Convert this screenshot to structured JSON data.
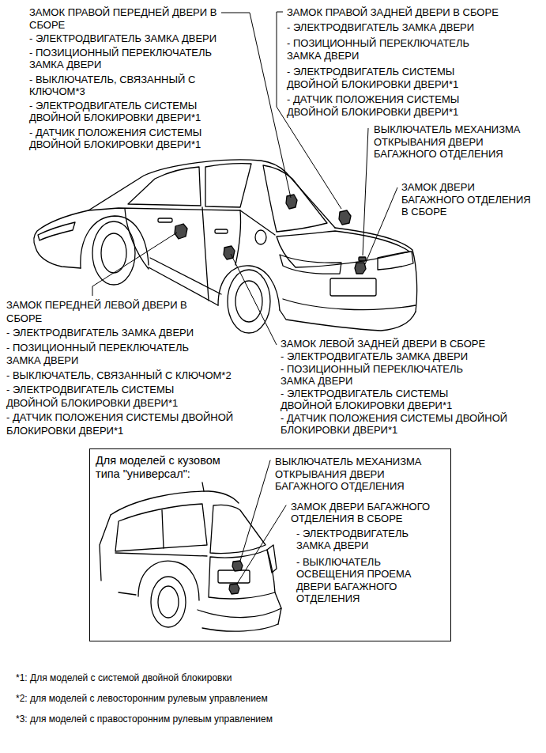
{
  "diagram": {
    "nodes": [
      {
        "text": [
          "Для моделей с кузовом типа \"универсал\":",
          "ВЫКЛЮЧАТЕЛЬ МЕХАНИЗМА ОТКРЫВАНИЯ ДВЕРИ БАГАЖНОГО ОТДЕЛЕНИЯ",
          "ЗАМОК ДВЕРИ БАГАЖНОГО ОТДЕЛЕНИЯ В СБОРЕ",
          "- ЭЛЕКТРОДВИГАТЕЛЬ ЗАМКА ДВЕРИ",
          "- ВЫКЛЮЧАТЕЛЬ ОСВЕЩЕНИЯ ПРОЕМА ДВЕРИ БАГАЖНОГО ОТДЕЛЕНИЯ"
        ]
      }
    ],
    "labels": [
      "ЗАМОК ПРАВОЙ ПЕРЕДНЕЙ ДВЕРИ В СБОРЕ",
      "- ЭЛЕКТРОДВИГАТЕЛЬ ЗАМКА ДВЕРИ",
      "- ПОЗИЦИОННЫЙ ПЕРЕКЛЮЧАТЕЛЬ ЗАМКА ДВЕРИ",
      "- ВЫКЛЮЧАТЕЛЬ, СВЯЗАННЫЙ С КЛЮЧОМ*3",
      "- ЭЛЕКТРОДВИГАТЕЛЬ СИСТЕМЫ ДВОЙНОЙ БЛОКИРОВКИ ДВЕРИ*1",
      "- ДАТЧИК ПОЛОЖЕНИЯ СИСТЕМЫ ДВОЙНОЙ БЛОКИРОВКИ ДВЕРИ*1",
      "ЗАМОК ПРАВОЙ ЗАДНЕЙ ДВЕРИ В СБОРЕ",
      "- ЭЛЕКТРОДВИГАТЕЛЬ ЗАМКА ДВЕРИ",
      "- ПОЗИЦИОННЫЙ ПЕРЕКЛЮЧАТЕЛЬ ЗАМКА ДВЕРИ",
      "- ЭЛЕКТРОДВИГАТЕЛЬ СИСТЕМЫ ДВОЙНОЙ БЛОКИРОВКИ ДВЕРИ*1",
      "- ДАТЧИК ПОЛОЖЕНИЯ СИСТЕМЫ ДВОЙНОЙ БЛОКИРОВКИ ДВЕРИ*1",
      "ВЫКЛЮЧАТЕЛЬ МЕХАНИЗМА ОТКРЫВАНИЯ ДВЕРИ БАГАЖНОГО ОТДЕЛЕНИЯ",
      "ЗАМОК ДВЕРИ БАГАЖНОГО ОТДЕЛЕНИЯ В СБОРЕ",
      "ЗАМОК ПЕРЕДНЕЙ ЛЕВОЙ ДВЕРИ В СБОРЕ",
      "- ЭЛЕКТРОДВИГАТЕЛЬ ЗАМКА ДВЕРИ",
      "- ПОЗИЦИОННЫЙ ПЕРЕКЛЮЧАТЕЛЬ ЗАМКА ДВЕРИ",
      "- ВЫКЛЮЧАТЕЛЬ, СВЯЗАННЫЙ С КЛЮЧОМ*2",
      "- ЭЛЕКТРОДВИГАТЕЛЬ СИСТЕМЫ ДВОЙНОЙ БЛОКИРОВКИ ДВЕРИ*1",
      "- ДАТЧИК ПОЛОЖЕНИЯ СИСТЕМЫ ДВОЙНОЙ БЛОКИРОВКИ ДВЕРИ*1",
      "ЗАМОК ЛЕВОЙ ЗАДНЕЙ ДВЕРИ В СБОРЕ",
      "- ЭЛЕКТРОДВИГАТЕЛЬ ЗАМКА ДВЕРИ",
      "- ПОЗИЦИОННЫЙ ПЕРЕКЛЮЧАТЕЛЬ ЗАМКА ДВЕРИ",
      "- ЭЛЕКТРОДВИГАТЕЛЬ СИСТЕМЫ ДВОЙНОЙ БЛОКИРОВКИ ДВЕРИ*1",
      "- ДАТЧИК ПОЛОЖЕНИЯ СИСТЕМЫ ДВОЙНОЙ БЛОКИРОВКИ ДВЕРИ*1",
      "*1: Для моделей с системой двойной блокировки",
      "*2: для моделей с левосторонним рулевым управлением",
      "*3: для моделей с правосторонним рулевым управлением"
    ]
  }
}
